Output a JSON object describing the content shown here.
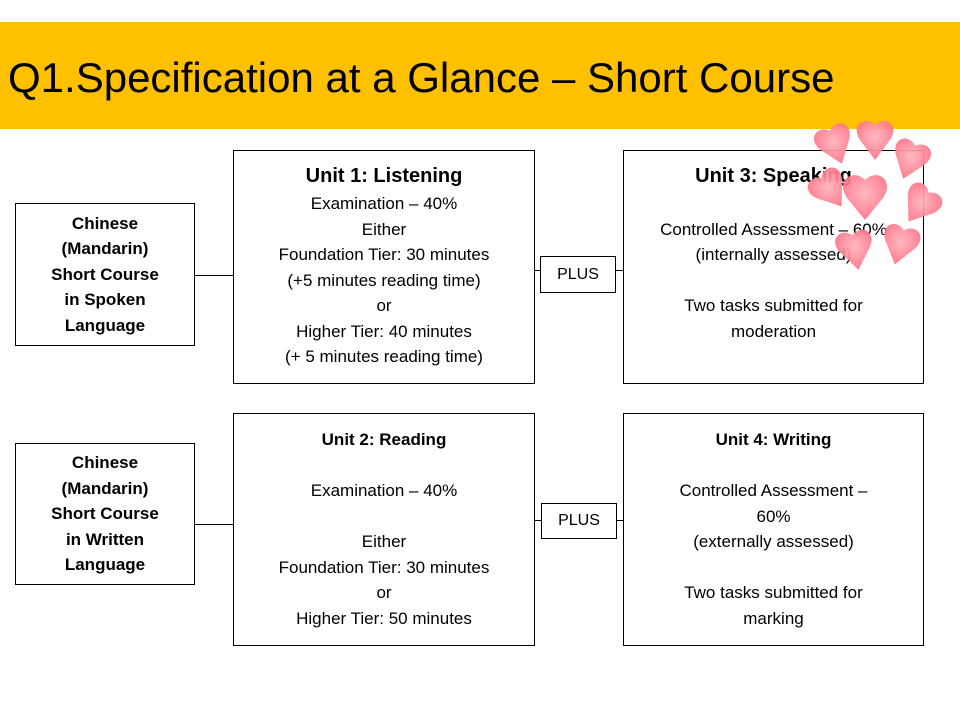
{
  "title": "Q1.Specification at a Glance – Short Course",
  "colors": {
    "title_band": "#FFC000",
    "petal": "#FF7B8C",
    "petal_light": "#FFB3BE"
  },
  "decoration": "heart-petal-flower-icon",
  "row1": {
    "course": [
      "Chinese",
      "(Mandarin)",
      "Short Course",
      "in Spoken",
      "Language"
    ],
    "unit_a": {
      "heading": "Unit 1: Listening",
      "lines": [
        "Examination – 40%",
        "Either",
        "Foundation Tier: 30 minutes",
        "(+5 minutes reading time)",
        "or",
        "Higher Tier: 40 minutes",
        "(+ 5 minutes reading time)"
      ]
    },
    "plus": "PLUS",
    "unit_b": {
      "heading": "Unit 3: Speaking",
      "lines": [
        "Controlled Assessment – 60%",
        "(internally assessed)",
        "",
        "Two tasks submitted for",
        "moderation"
      ]
    }
  },
  "row2": {
    "course": [
      "Chinese",
      "(Mandarin)",
      "Short Course",
      "in Written",
      "Language"
    ],
    "unit_a": {
      "heading": "Unit 2: Reading",
      "lines": [
        "",
        "Examination – 40%",
        "",
        "Either",
        "Foundation Tier: 30 minutes",
        "or",
        "Higher Tier: 50 minutes"
      ]
    },
    "plus": "PLUS",
    "unit_b": {
      "heading": "Unit 4: Writing",
      "lines": [
        "",
        "Controlled Assessment –",
        "60%",
        "(externally assessed)",
        "",
        "Two tasks submitted for",
        "marking"
      ]
    }
  }
}
